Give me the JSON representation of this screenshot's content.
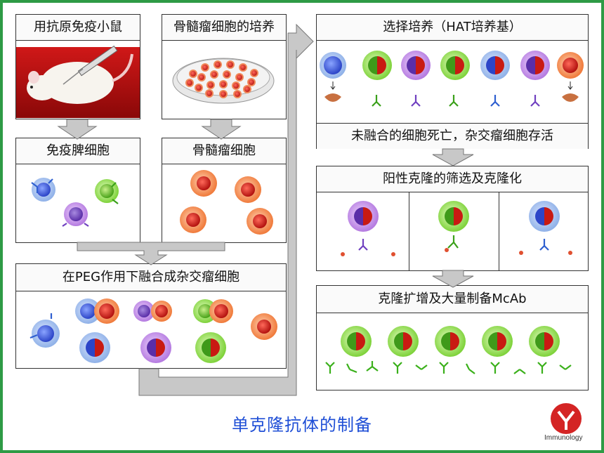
{
  "boxes": {
    "immunize_mouse": "用抗原免疫小鼠",
    "myeloma_culture": "骨髓瘤细胞的培养",
    "spleen_cells": "免疫脾细胞",
    "myeloma_cells": "骨髓瘤细胞",
    "peg_fusion": "在PEG作用下融合成杂交瘤细胞",
    "hat_selection": "选择培养（HAT培养基）",
    "hat_result": "未融合的细胞死亡，杂交瘤细胞存活",
    "positive_clone": "阳性克隆的筛选及克隆化",
    "expansion": "克隆扩增及大量制备McAb"
  },
  "main_title": "单克隆抗体的制备",
  "logo": {
    "text": "Immunology",
    "icon": "antibody-logo-icon"
  },
  "colors": {
    "frame": "#2e9b45",
    "title": "#1f4fd6",
    "logo": "#d42424"
  }
}
